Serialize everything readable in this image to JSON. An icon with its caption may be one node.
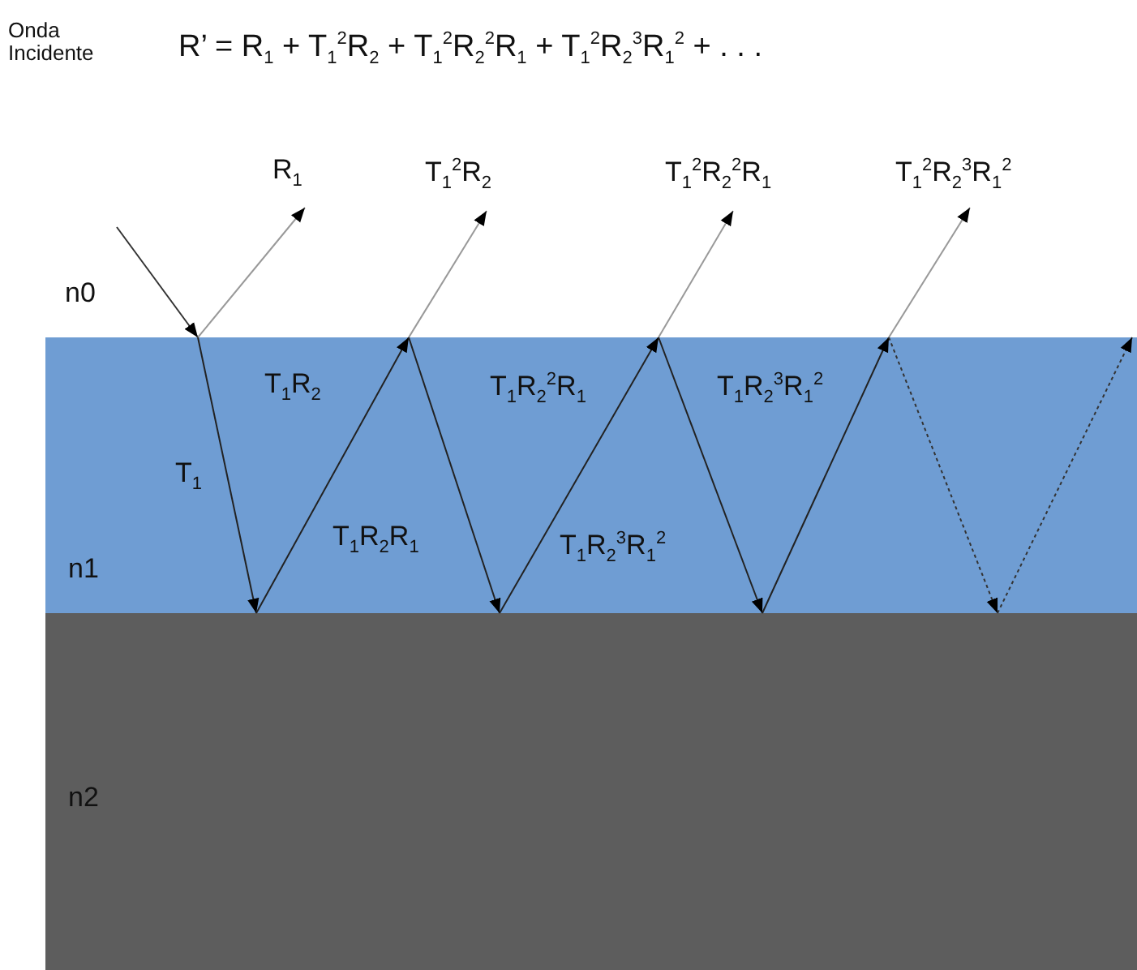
{
  "diagram": {
    "title": "R’ = R$_{1}$ + T$_{1}$$^{2}$R$_{2}$ + T$_{1}$$^{2}$R$_{2}$$^{2}$R$_{1}$ + T$_{1}$$^{2}$R$_{2}$$^{3}$R$_{1}$$^{2}$ + . . .",
    "nodes": [
      {
        "text": [
          "n1"
        ]
      },
      {
        "text": [
          "n2"
        ]
      }
    ],
    "labels": [
      "Onda Incidente",
      "R$_{1}$",
      "T$_{1}$$^{2}$R$_{2}$",
      "T$_{1}$$^{2}$R$_{2}$$^{2}$R$_{1}$",
      "T$_{1}$$^{2}$R$_{2}$$^{3}$R$_{1}$$^{2}$",
      "n0",
      "T$_{1}$R$_{2}$",
      "T$_{1}$R$_{2}$$^{2}$R$_{1}$",
      "T$_{1}$R$_{2}$$^{3}$R$_{1}$$^{2}$",
      "T$_{1}$",
      "T$_{1}$R$_{2}$R$_{1}$",
      "T$_{1}$R$_{2}$$^{3}$R$_{1}$$^{2}$"
    ]
  }
}
